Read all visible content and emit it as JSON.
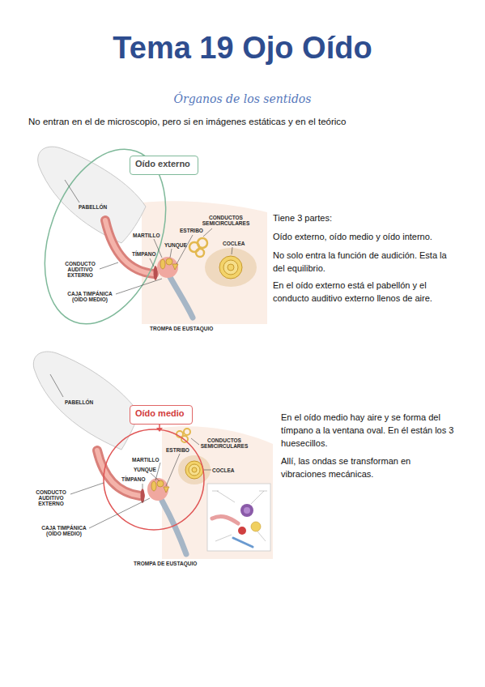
{
  "diagram": {
    "title": "Tema 19 Ojo Oído",
    "nodes": [
      {
        "text": [
          "Oído externo"
        ]
      },
      {
        "text": [
          "Oído medio"
        ]
      }
    ],
    "labels": [
      "Órganos de los sentidos",
      "No entran en el de microscopio, pero si en imágenes estáticas y en el teórico",
      "PABELLÓN",
      "MARTILLO",
      "ESTRIBO",
      "CONDUCTOS SEMICIRCULARES",
      "YUNQUE",
      "COCLEA",
      "TÍMPANO",
      "CONDUCTO AUDITIVO EXTERNO",
      "CAJA TIMPÁNICA (OÍDO MEDIO)",
      "TROMPA DE EUSTAQUIO",
      "Tiene 3 partes:",
      "Oído externo, oído medio y oído interno.",
      "No solo entra la función de audición. Esta la del equilibrio.",
      "En el oído externo está el pabellón y el conducto auditivo externo llenos de aire.",
      "PABELLÓN",
      "CONDUCTOS SEMICIRCULARES",
      "ESTRIBO",
      "MARTILLO",
      "YUNQUE",
      "COCLEA",
      "TÍMPANO",
      "CONDUCTO AUDITIVO EXTERNO",
      "CAJA TIMPÁNICA (OÍDO MEDIO)",
      "TROMPA DE EUSTAQUIO",
      "En el oído medio hay aire y se forma del tímpano a la ventana oval. En él están los 3 huesecillos.",
      "Allí, las ondas se transforman en vibraciones mecánicas."
    ]
  }
}
